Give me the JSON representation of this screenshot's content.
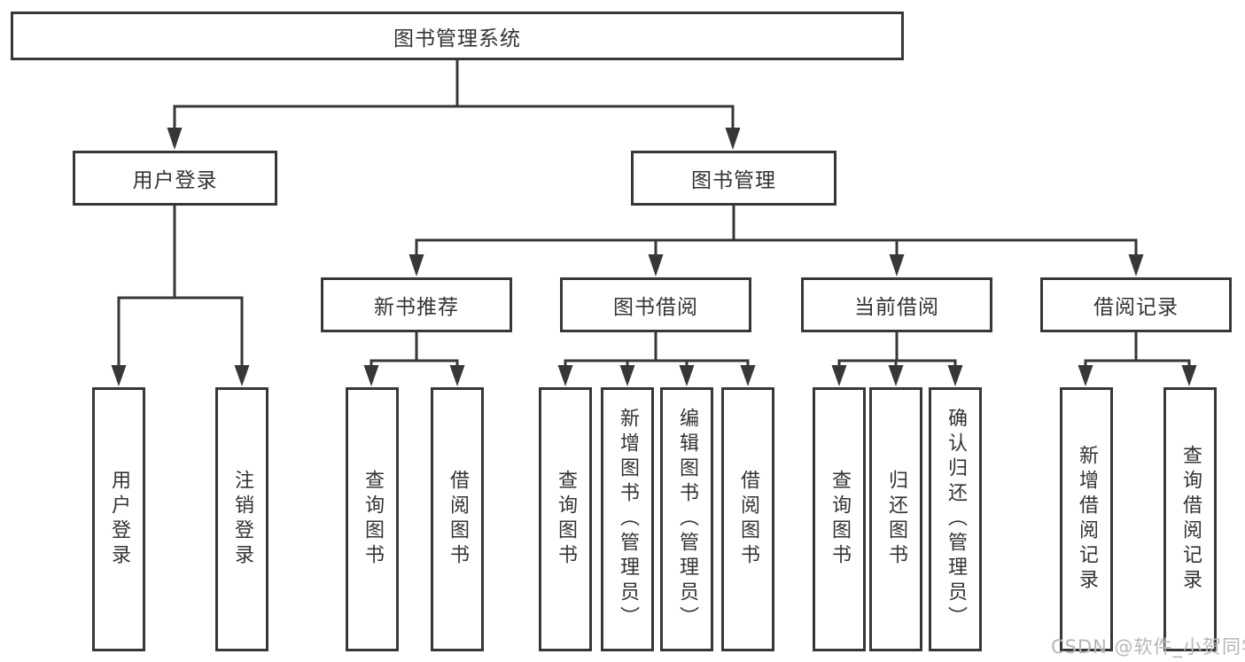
{
  "tree": {
    "root": "图书管理系统",
    "children": [
      {
        "label": "用户登录",
        "children": [
          "用户登录",
          "注销登录"
        ]
      },
      {
        "label": "图书管理",
        "children": [
          {
            "label": "新书推荐",
            "children": [
              "查询图书",
              "借阅图书"
            ]
          },
          {
            "label": "图书借阅",
            "children": [
              "查询图书",
              "新增图书（管理员）",
              "编辑图书（管理员）",
              "借阅图书"
            ]
          },
          {
            "label": "当前借阅",
            "children": [
              "查询图书",
              "归还图书",
              "确认归还（管理员）"
            ]
          },
          {
            "label": "借阅记录",
            "children": [
              "新增借阅记录",
              "查询借阅记录"
            ]
          }
        ]
      }
    ]
  },
  "watermark": "CSDN @软件_小贺同学",
  "colors": {
    "line": "#373737",
    "text": "#333333",
    "watermark": "#b6b6b6",
    "background": "#ffffff"
  }
}
